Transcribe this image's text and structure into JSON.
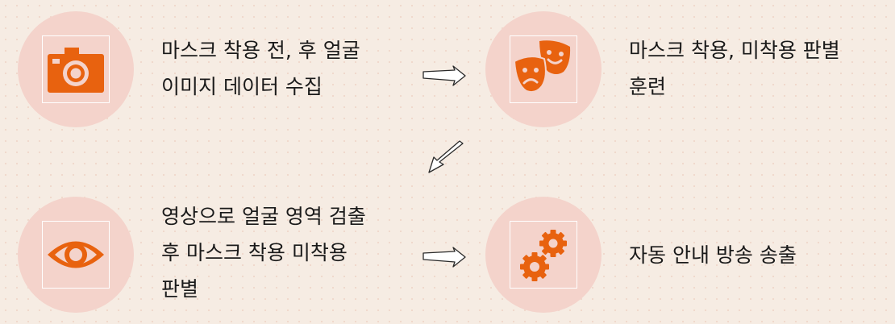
{
  "steps": [
    {
      "icon": "camera-icon",
      "lines": [
        "마스크 착용 전, 후 얼굴",
        "이미지 데이터 수집"
      ]
    },
    {
      "icon": "theater-masks-icon",
      "lines": [
        "마스크 착용, 미착용 판별",
        "훈련"
      ]
    },
    {
      "icon": "eye-icon",
      "lines": [
        "영상으로 얼굴 영역 검출",
        "후 마스크 착용 미착용",
        "판별"
      ]
    },
    {
      "icon": "gears-icon",
      "lines": [
        "자동 안내 방송 송출"
      ]
    }
  ],
  "colors": {
    "background": "#f6ece3",
    "circle": "#f4d3cb",
    "icon": "#e8620f",
    "text": "#1a1a1a"
  }
}
